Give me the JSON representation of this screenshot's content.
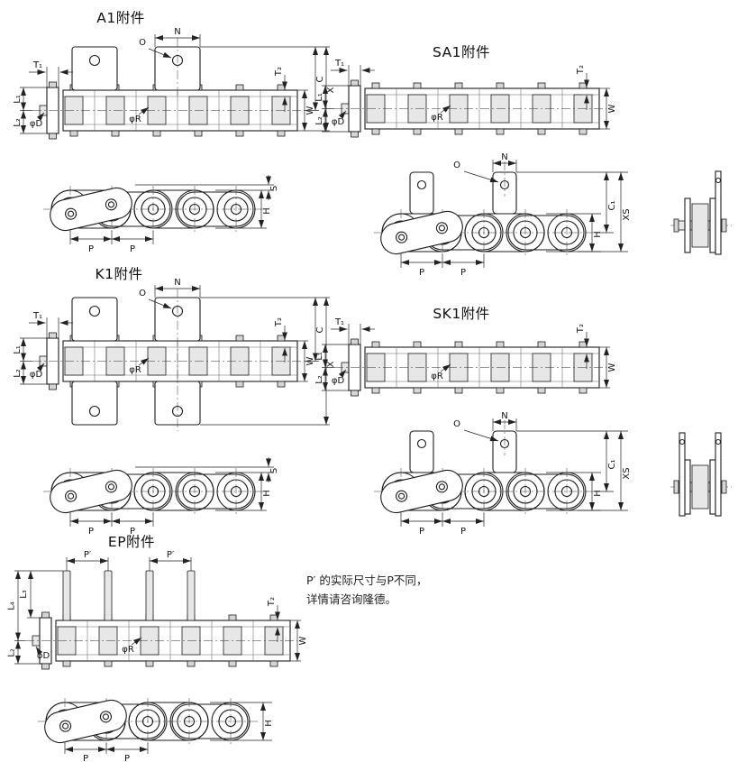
{
  "sections": {
    "a1": {
      "title": "A1附件"
    },
    "sa1": {
      "title": "SA1附件"
    },
    "k1": {
      "title": "K1附件"
    },
    "sk1": {
      "title": "SK1附件"
    },
    "ep": {
      "title": "EP附件"
    }
  },
  "labels": {
    "t1": "T₁",
    "t2": "T₂",
    "l1": "L₁",
    "l2": "L₂",
    "l3": "L₃",
    "l4": "L₄",
    "c1": "C₁",
    "phi_d": "φD",
    "phi_r": "φR",
    "w": "W",
    "c": "C",
    "x": "X",
    "n": "N",
    "o": "O",
    "p": "P",
    "p_prime": "P′",
    "s": "S",
    "h": "H",
    "xs": "XS"
  },
  "note": {
    "line1": "P′ 的实际尺寸与P不同，",
    "line2": "详情请咨询隆德。"
  }
}
